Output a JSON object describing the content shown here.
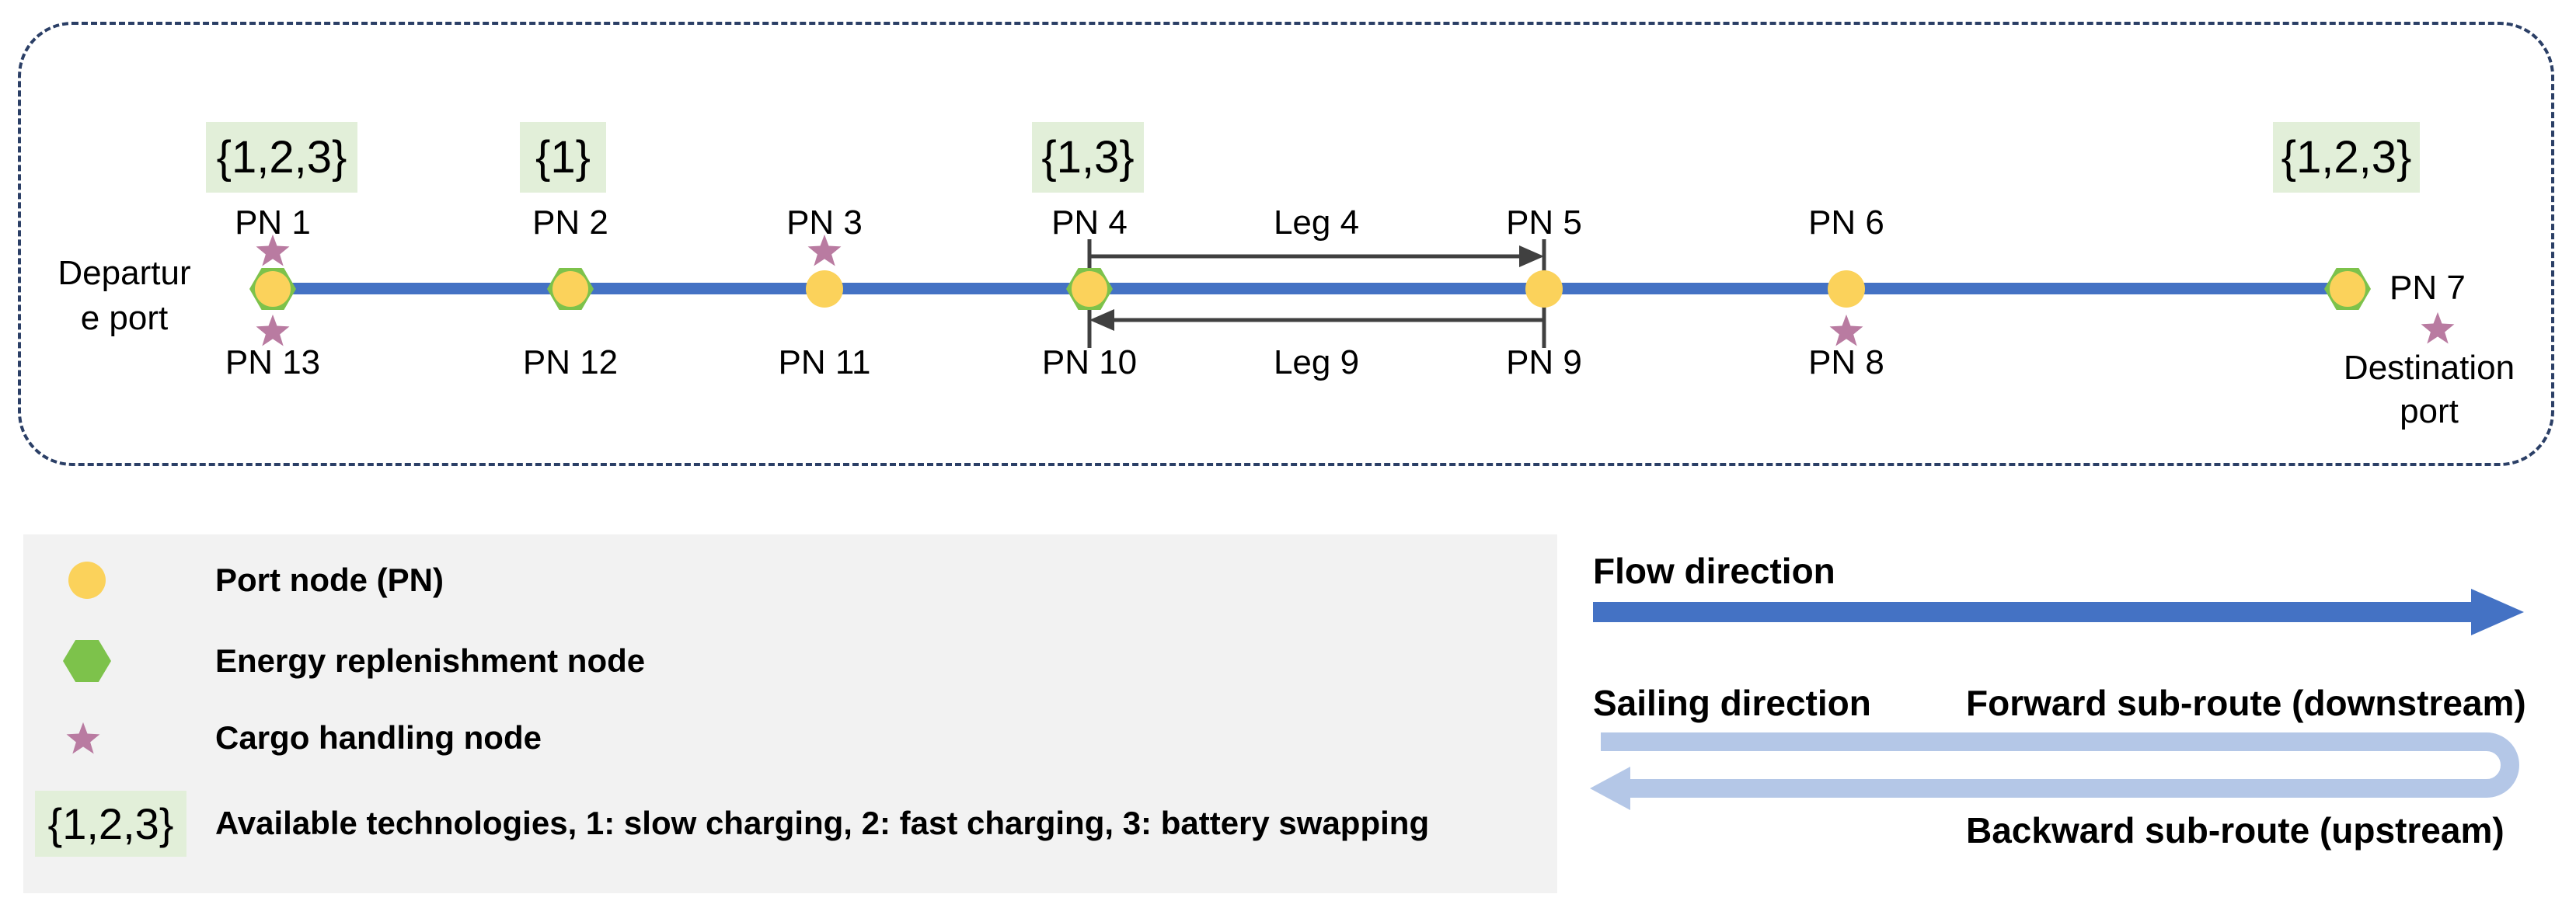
{
  "route_panel": {
    "departure_port": {
      "line1": "Departur",
      "line2": "e port"
    },
    "destination_port": {
      "line1": "Destination",
      "line2": "port"
    },
    "nodes": [
      {
        "top_label": "PN 1",
        "bottom_label": "PN 13",
        "node_type": "energy-replenishment",
        "cargo_handling_above": true,
        "cargo_handling_below": true,
        "technologies": "{1,2,3}"
      },
      {
        "top_label": "PN 2",
        "bottom_label": "PN 12",
        "node_type": "energy-replenishment",
        "technologies": "{1}"
      },
      {
        "top_label": "PN 3",
        "bottom_label": "PN 11",
        "node_type": "port",
        "cargo_handling_above": true
      },
      {
        "top_label": "PN 4",
        "bottom_label": "PN 10",
        "node_type": "energy-replenishment",
        "technologies": "{1,3}"
      },
      {
        "top_label": "PN 5",
        "bottom_label": "PN 9",
        "node_type": "port"
      },
      {
        "top_label": "PN 6",
        "bottom_label": "PN 8",
        "node_type": "port",
        "cargo_handling_below": true
      },
      {
        "side_label": "PN 7",
        "node_type": "energy-replenishment",
        "cargo_handling_below": true,
        "technologies": "{1,2,3}"
      }
    ],
    "legs": [
      {
        "label": "Leg 4",
        "direction": "forward"
      },
      {
        "label": "Leg 9",
        "direction": "backward"
      }
    ]
  },
  "legend": {
    "items": [
      {
        "icon": "port-node-circle",
        "label": "Port node (PN)"
      },
      {
        "icon": "energy-replenishment-hexagon",
        "label": "Energy replenishment node"
      },
      {
        "icon": "cargo-handling-star",
        "label": "Cargo handling node"
      },
      {
        "icon": "available-technologies-box",
        "symbol": "{1,2,3}",
        "label": "Available technologies, 1: slow charging, 2: fast charging, 3: battery swapping"
      }
    ]
  },
  "flow": {
    "flow_direction_label": "Flow direction",
    "sailing_direction_label": "Sailing direction",
    "forward_sub_route_label": "Forward sub-route (downstream)",
    "backward_sub_route_label": "Backward sub-route (upstream)"
  },
  "colors": {
    "route_blue": "#4472C4",
    "light_blue": "#B4C7E7",
    "node_yellow": "#FBD25B",
    "hex_green": "#7DC24B",
    "star_pink": "#B97BA1",
    "tech_box_green": "#E2EFD9",
    "legend_gray": "#F2F2F2",
    "border_navy": "#2B3F66",
    "leg_arrow_gray": "#404040"
  }
}
